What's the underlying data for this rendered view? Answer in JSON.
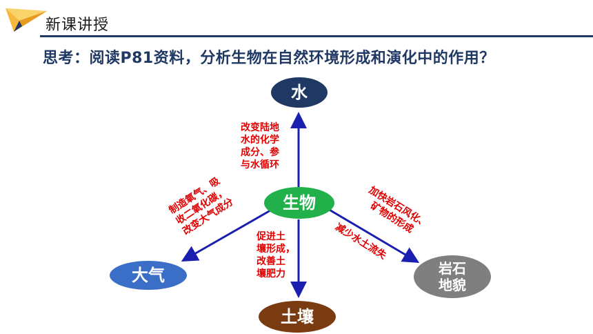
{
  "header": {
    "title": "新课讲授"
  },
  "question": "思考：阅读P81资料，分析生物在自然环境形成和演化中的作用？",
  "nodes": {
    "water": "水",
    "bio": "生物",
    "air": "大气",
    "soil": "土壤",
    "rock_line1": "岩石",
    "rock_line2": "地貌"
  },
  "labels": {
    "water": [
      "改变陆地",
      "水的化学",
      "成分、参",
      "与水循环"
    ],
    "air": [
      "制造氧气、吸",
      "收二氧化碳，",
      "改变大气成分"
    ],
    "soil": [
      "促进土",
      "壤形成，",
      "改善土",
      "壤肥力"
    ],
    "rock_a": [
      "加快岩石风化、",
      "矿物的形成"
    ],
    "rock_b": "减少水土流失"
  },
  "colors": {
    "accent": "#1f3864",
    "arrow": "#1a1fb0",
    "label": "#e00000",
    "bio": "#22b04b",
    "air": "#3a6ec7",
    "soil": "#7a3b10",
    "rock": "#7f7f7f"
  },
  "icons": {
    "logo": "paper-plane-icon"
  }
}
